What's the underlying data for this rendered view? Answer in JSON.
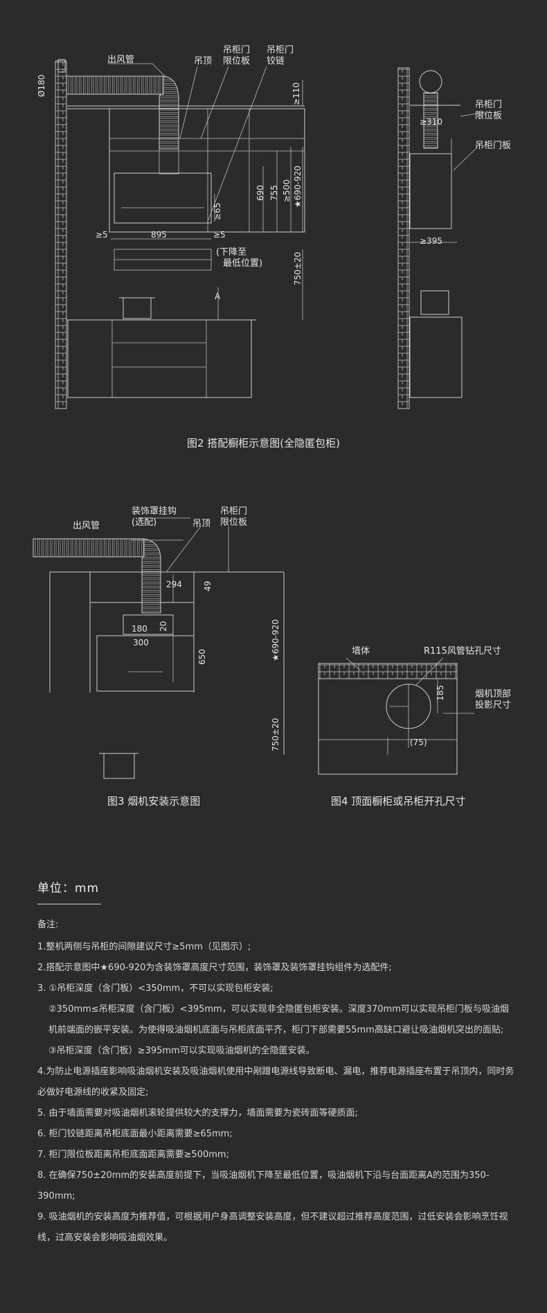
{
  "fig2": {
    "caption": "图2 搭配橱柜示意图(全隐匿包柜)",
    "labels": {
      "duct": "出风管",
      "ceiling": "吊顶",
      "door_limit": "吊柜门\n限位板",
      "door_hinge": "吊柜门\n铰链",
      "diameter": "Ø180",
      "d110": "≥110",
      "d690": "690",
      "d755": "755",
      "d500": "≥500",
      "d690_920": "★690-920",
      "d65": "≥65",
      "d5_left": "≥5",
      "d895": "895",
      "d5_right": "≥5",
      "lowest": "(下降至\n最低位置)",
      "d750": "750±20",
      "letter_a": "A"
    },
    "side": {
      "door_limit": "吊柜门\n限位板",
      "d310": "≥310",
      "door_panel": "吊柜门板",
      "d395": "≥395"
    }
  },
  "fig3": {
    "caption": "图3 烟机安装示意图",
    "labels": {
      "duct": "出风管",
      "hook": "装饰罩挂钩\n(选配)",
      "ceiling": "吊顶",
      "door_limit": "吊柜门\n限位板",
      "d294": "294",
      "d49": "49",
      "d180": "180",
      "d20": "20",
      "d300": "300",
      "d650": "650",
      "d690_920": "★690-920",
      "d750": "750±20"
    }
  },
  "fig4": {
    "caption": "图4 顶面橱柜或吊柜开孔尺寸",
    "labels": {
      "wall": "墙体",
      "hole": "R115风管钻孔尺寸",
      "projection": "烟机顶部\n投影尺寸",
      "d185": "185",
      "d75": "(75)"
    }
  },
  "notes": {
    "unit": "单位：mm",
    "heading": "备注:",
    "items": [
      "1.整机两侧与吊柜的间隙建议尺寸≥5mm（见图示）;",
      "2.搭配示意图中★690-920为含装饰罩高度尺寸范围，装饰罩及装饰罩挂钩组件为选配件;",
      "3. ①吊柜深度（含门板）<350mm，不可以实现包柜安装;",
      "②350mm≤吊柜深度（含门板）<395mm，可以实现非全隐匿包柜安装。深度370mm可以实现吊柜门板与吸油烟机前端面的嵌平安装。为使得吸油烟机底面与吊柜底面平齐，柜门下部需要55mm高缺口避让吸油烟机突出的面贴;",
      "③吊柜深度（含门板）≥395mm可以实现吸油烟机的全隐匿安装。",
      "4.为防止电源插座影响吸油烟机安装及吸油烟机使用中剐蹭电源线导致断电、漏电，推荐电源插座布置于吊顶内，同时务必做好电源线的收紧及固定;",
      "5. 由于墙面需要对吸油烟机滚轮提供较大的支撑力，墙面需要为瓷砖面等硬质面;",
      "6. 柜门铰链距离吊柜底面最小距离需要≥65mm;",
      "7. 柜门限位板距离吊柜底面距离需要≥500mm;",
      "8. 在确保750±20mm的安装高度前提下，当吸油烟机下降至最低位置，吸油烟机下沿与台面距离A的范围为350-390mm;",
      "9. 吸油烟机的安装高度为推荐值，可根据用户身高调整安装高度，但不建议超过推荐高度范围，过低安装会影响烹饪视线，过高安装会影响吸油烟效果。"
    ]
  }
}
